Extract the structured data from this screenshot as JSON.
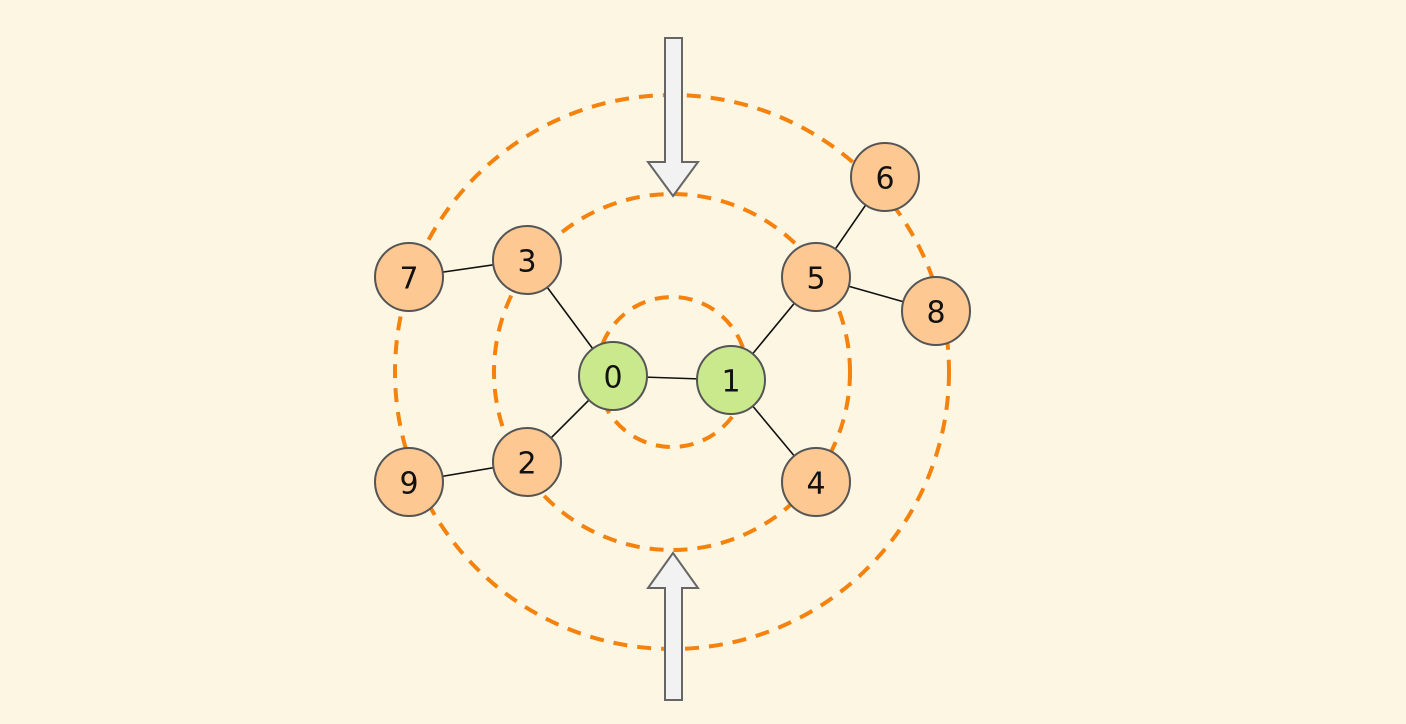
{
  "diagram": {
    "title": "",
    "colors": {
      "background": "#fdf6e3",
      "center_fill": "#c9e98c",
      "outer_fill": "#fdc891",
      "ring": "#f5820d",
      "edge": "#111111",
      "arrow_fill": "#f2f2f2"
    },
    "nodes": [
      {
        "id": "0",
        "label": "0",
        "group": "center"
      },
      {
        "id": "1",
        "label": "1",
        "group": "center"
      },
      {
        "id": "2",
        "label": "2",
        "group": "outer"
      },
      {
        "id": "3",
        "label": "3",
        "group": "outer"
      },
      {
        "id": "4",
        "label": "4",
        "group": "outer"
      },
      {
        "id": "5",
        "label": "5",
        "group": "outer"
      },
      {
        "id": "6",
        "label": "6",
        "group": "outer"
      },
      {
        "id": "7",
        "label": "7",
        "group": "outer"
      },
      {
        "id": "8",
        "label": "8",
        "group": "outer"
      },
      {
        "id": "9",
        "label": "9",
        "group": "outer"
      }
    ],
    "edges": [
      [
        "0",
        "1"
      ],
      [
        "0",
        "3"
      ],
      [
        "0",
        "2"
      ],
      [
        "1",
        "5"
      ],
      [
        "1",
        "4"
      ],
      [
        "3",
        "7"
      ],
      [
        "2",
        "9"
      ],
      [
        "5",
        "6"
      ],
      [
        "5",
        "8"
      ]
    ],
    "rings": 3,
    "arrows": [
      {
        "name": "top-arrow",
        "direction": "down"
      },
      {
        "name": "bottom-arrow",
        "direction": "up"
      }
    ]
  }
}
